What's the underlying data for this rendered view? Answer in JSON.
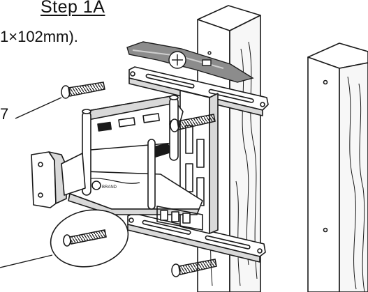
{
  "heading": {
    "step_title": "Step 1A"
  },
  "note": {
    "dimension_text": "1×102mm)."
  },
  "callouts": {
    "lag_bolt_part_number": "7"
  },
  "graphic": {
    "icons": [
      "level-icon",
      "wall-stud",
      "wall-plate",
      "articulating-arm",
      "lag-bolt",
      "magnifier-callout"
    ],
    "line_color": "#1a1a1a",
    "shade_color": "#8c8c8c"
  }
}
